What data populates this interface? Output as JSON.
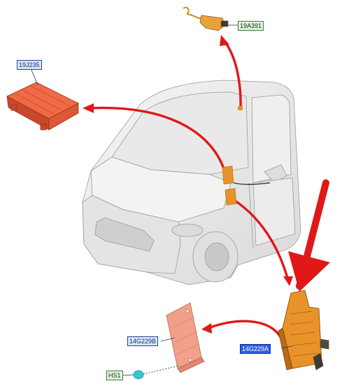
{
  "labels": {
    "antenna_module": "19A391",
    "rear_module": "19J235",
    "bracket_module": "14G229A",
    "front_module": "14G229B",
    "harness_clip": "HS1"
  },
  "colors": {
    "arrow_red": "#e01818",
    "part_orange": "#e8922a",
    "part_red": "#e8532e",
    "part_pink": "#f2a08a",
    "clip_cyan": "#35c8d0",
    "selected_label": "#2f5fe0"
  }
}
